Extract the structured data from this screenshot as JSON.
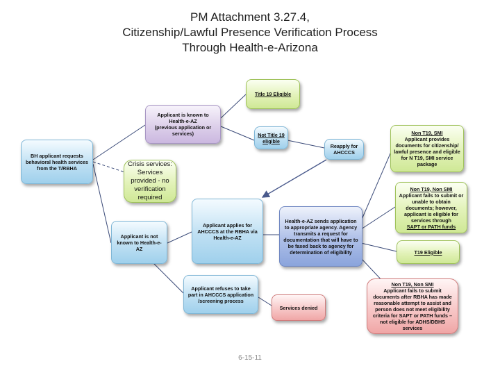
{
  "title": {
    "line1": "PM Attachment 3.27.4,",
    "line2": "Citizenship/Lawful Presence Verification Process",
    "line3": "Through Health-e-Arizona"
  },
  "nodes": {
    "bh_request": "BH applicant requests behavioral health services from the T/RBHA",
    "known": {
      "line1": "Applicant is known to Health-e-AZ",
      "line2": "(previous application or services)"
    },
    "title19_eligible": "Title 19 Eligible",
    "not_title19": "Not Title 19 eligible",
    "reapply": "Reapply for AHCCCS",
    "crisis": "Crisis services: Services provided - no verification required",
    "not_known": "Applicant is not known to Health-e-AZ",
    "applies": "Applicant applies for AHCCCS at the RBHA via Health-e-AZ",
    "refuses": "Applicant refuses to take part in AHCCCS application /screening process",
    "services_denied": "Services denied",
    "hea_sends": "Health-e-AZ sends application to appropriate agency. Agency transmits a request for documentation that will have to be faxed back to agency for determination of eligibility",
    "outcome1": {
      "heading": "Non T19, SMI",
      "body": "Applicant provides documents for citizenship/ lawful presence and eligible for N T19, SMI service package"
    },
    "outcome2": {
      "heading": "Non T19, Non SMI",
      "body": "Applicant fails to submit or unable to obtain documents; however, applicant is eligible for services through",
      "link": "SAPT or PATH funds"
    },
    "outcome3": "T19 Eligible",
    "outcome4": {
      "heading": "Non T19, Non SMI",
      "body": "Applicant fails to submit documents after RBHA has made reasonable attempt to assist and person does not meet eligibility criteria for SAPT or PATH funds – not eligible for ADHS/DBHS services"
    }
  },
  "footer": "6-15-11",
  "colors": {
    "connector": "#3a4a78",
    "arrow": "#4a5a8c",
    "title": "#1f1f1f",
    "footer": "#8a8a8a"
  }
}
